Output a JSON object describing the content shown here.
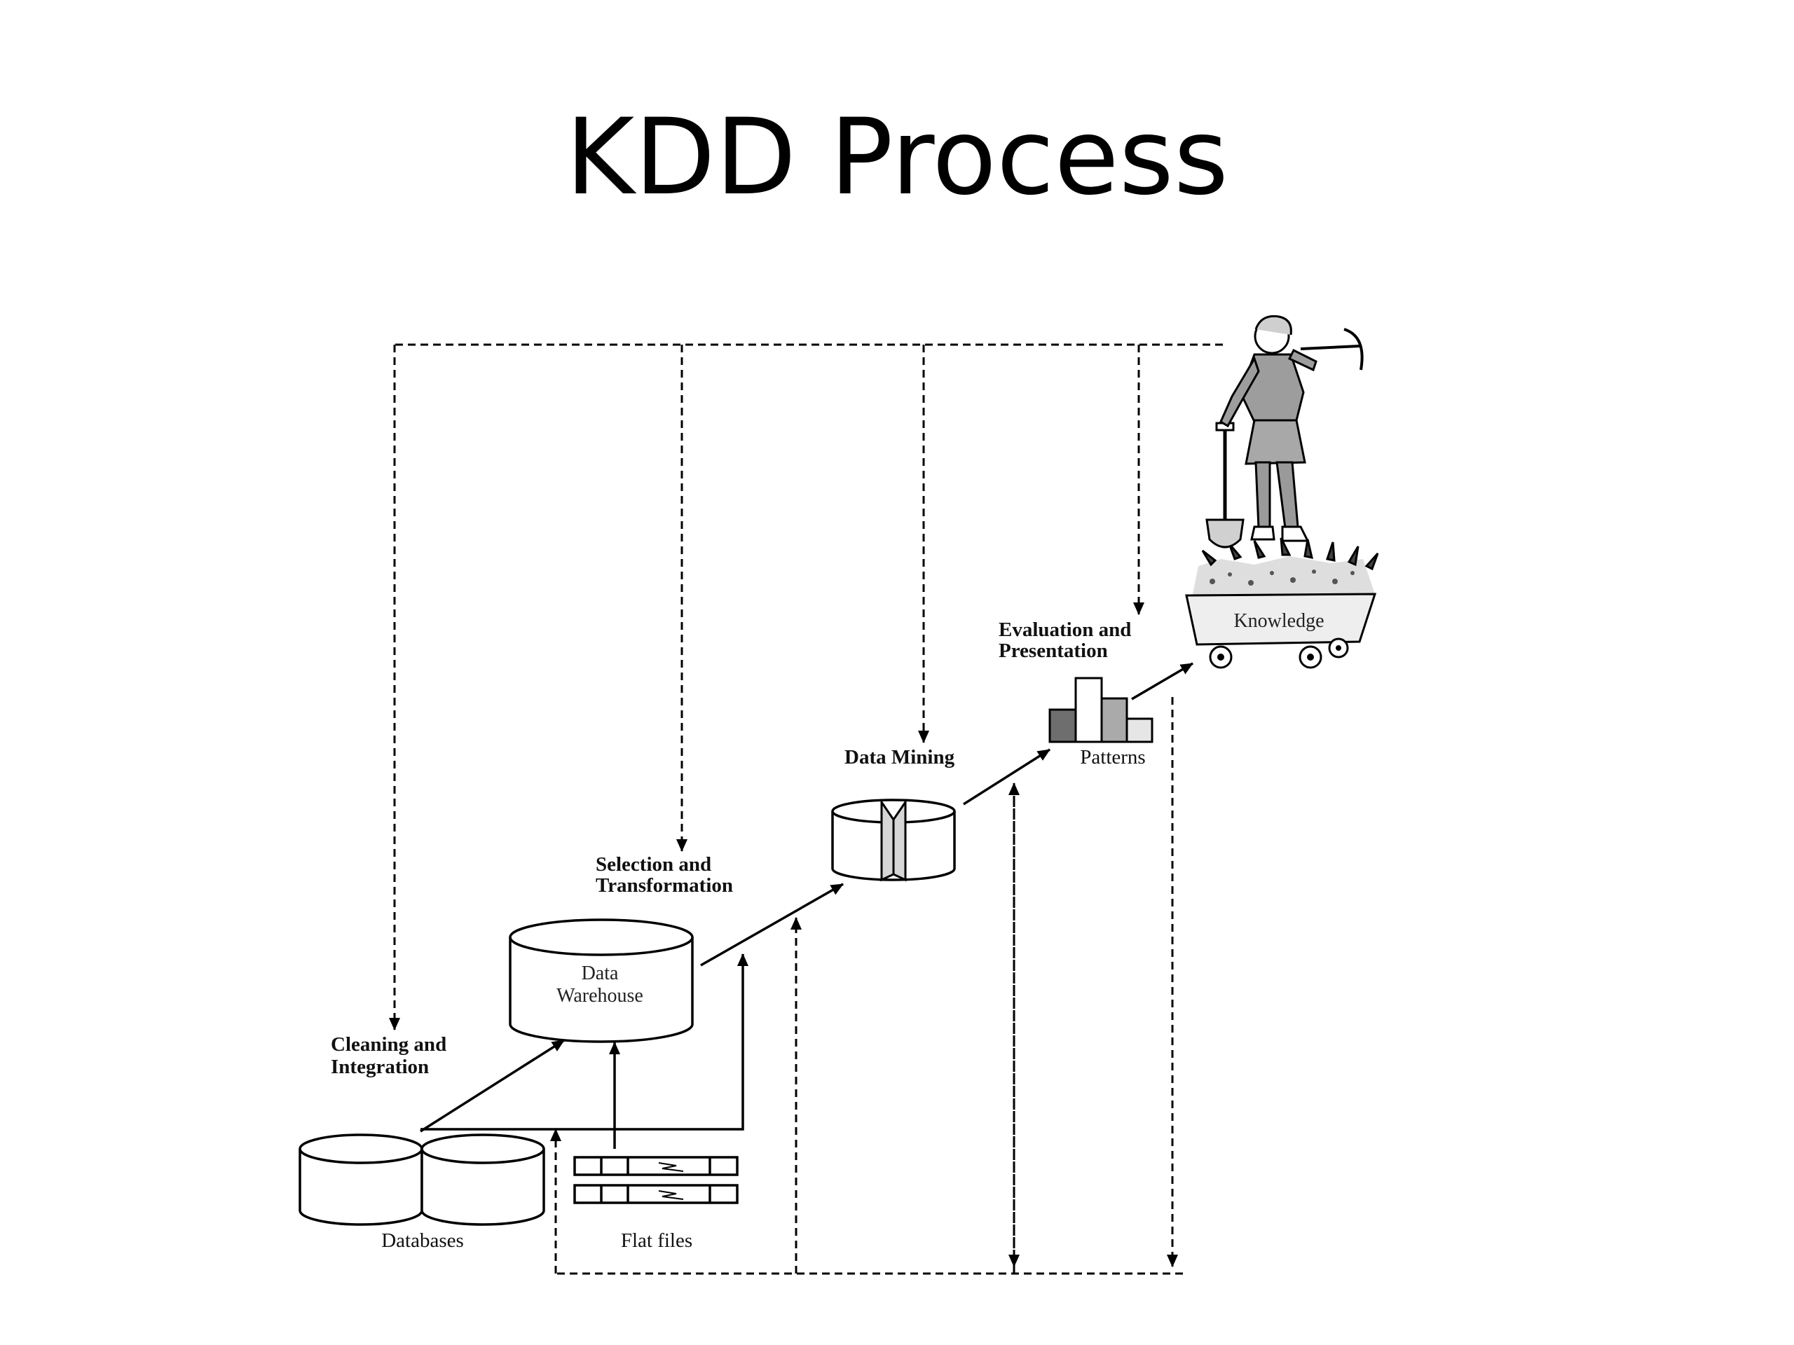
{
  "slide": {
    "title": "KDD Process"
  },
  "diagram": {
    "stages": [
      {
        "id": "cleaning",
        "line1": "Cleaning and",
        "line2": "Integration"
      },
      {
        "id": "selection",
        "line1": "Selection and",
        "line2": "Transformation"
      },
      {
        "id": "mining",
        "line1": "Data Mining"
      },
      {
        "id": "evaluation",
        "line1": "Evaluation and",
        "line2": "Presentation"
      }
    ],
    "nodes": {
      "databases": "Databases",
      "flat_files": "Flat files",
      "warehouse_line1": "Data",
      "warehouse_line2": "Warehouse",
      "patterns": "Patterns",
      "knowledge": "Knowledge"
    },
    "icons": [
      "database-cylinder-icon",
      "flat-file-record-icon",
      "data-cube-icon",
      "bar-chart-icon",
      "knowledge-cart-icon",
      "miner-person-icon"
    ]
  }
}
